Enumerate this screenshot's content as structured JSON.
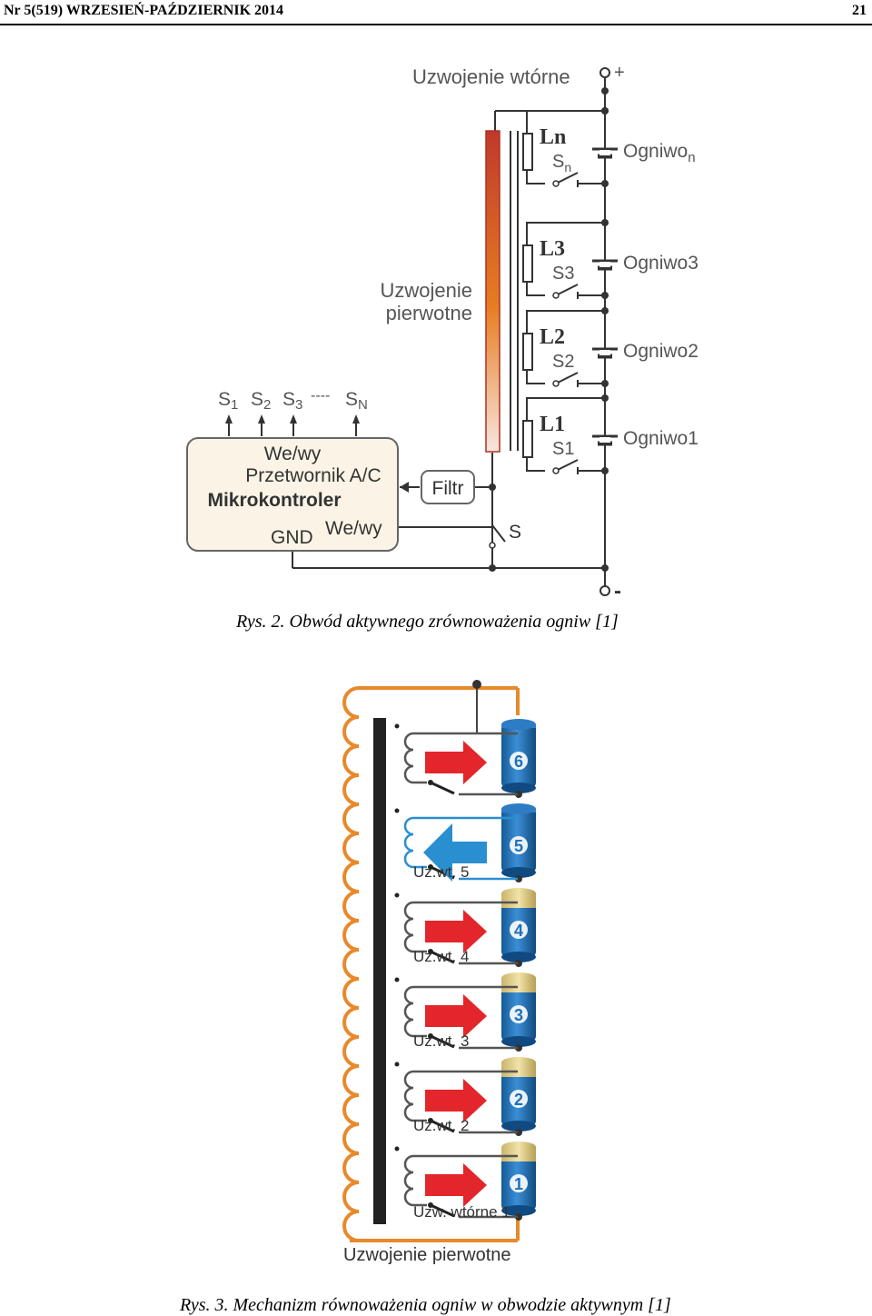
{
  "header": {
    "issue": "Nr 5(519) WRZESIEŃ-PAŹDZIERNIK 2014",
    "page_number": "21"
  },
  "figure2": {
    "caption": "Rys. 2. Obwód aktywnego zrównoważenia ogniw [1]",
    "secondary_label": "Uzwojenie wtórne",
    "plus": "+",
    "minus": "-",
    "primary_label_line1": "Uzwojenie",
    "primary_label_line2": "pierwotne",
    "cells": [
      {
        "coil": "Ln",
        "switch": "S",
        "switch_sub": "n",
        "cell": "Ogniwo",
        "cell_sub": "n"
      },
      {
        "coil": "L3",
        "switch": "S3",
        "switch_sub": "",
        "cell": "Ogniwo3",
        "cell_sub": ""
      },
      {
        "coil": "L2",
        "switch": "S2",
        "switch_sub": "",
        "cell": "Ogniwo2",
        "cell_sub": ""
      },
      {
        "coil": "L1",
        "switch": "S1",
        "switch_sub": "",
        "cell": "Ogniwo1",
        "cell_sub": ""
      }
    ],
    "outputs": [
      "S",
      "S",
      "S",
      "S"
    ],
    "output_subs": [
      "1",
      "2",
      "3",
      "N"
    ],
    "outputs_dots": "----",
    "mcu_lines": [
      "We/wy",
      "Przetwornik A/C",
      "Mikrokontroler"
    ],
    "mcu_gnd": "GND",
    "mcu_io2": "We/wy",
    "filter": "Filtr",
    "main_switch": "S"
  },
  "figure3": {
    "caption": "Rys. 3. Mechanizm równoważenia ogniw w obwodzie aktywnym [1]",
    "primary_label": "Uzwojenie pierwotne",
    "secondary_labels": [
      "Uz.wt. 5",
      "Uz.wt. 4",
      "Uz.wt. 3",
      "Uz.wt. 2",
      "Uzw. wtórne 1"
    ],
    "batteries": [
      "6",
      "5",
      "4",
      "3",
      "2",
      "1"
    ],
    "colors": {
      "coil": "#e8892b",
      "arrow_red": "#e3262b",
      "arrow_blue": "#2a8fd0",
      "battery": "#1f6fb5",
      "battery_cap": "#e9d99a"
    }
  }
}
